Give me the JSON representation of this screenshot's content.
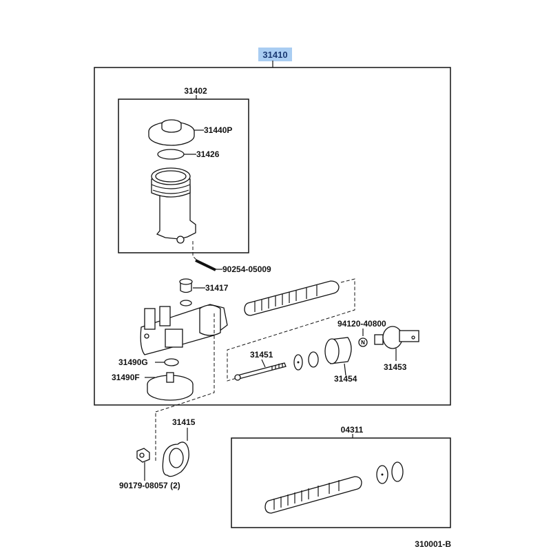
{
  "diagram": {
    "assembly_label": "31410",
    "highlight_color": "#a9cdf2",
    "highlight_text_color": "#1b3a73",
    "reference_code": "310001-B",
    "reservoir_label": "31402",
    "kit_label": "04311",
    "parts": {
      "cap": "31440P",
      "cap_seal": "31426",
      "pin": "90254-05009",
      "grommet": "31417",
      "gasket": "31490G",
      "plug": "31490F",
      "nut_badge": "N",
      "nut_part": "94120-40800",
      "push_rod": "31451",
      "boot": "31454",
      "clevis": "31453",
      "mount_gasket": "31415",
      "nut": "90179-08057 (2)"
    }
  }
}
